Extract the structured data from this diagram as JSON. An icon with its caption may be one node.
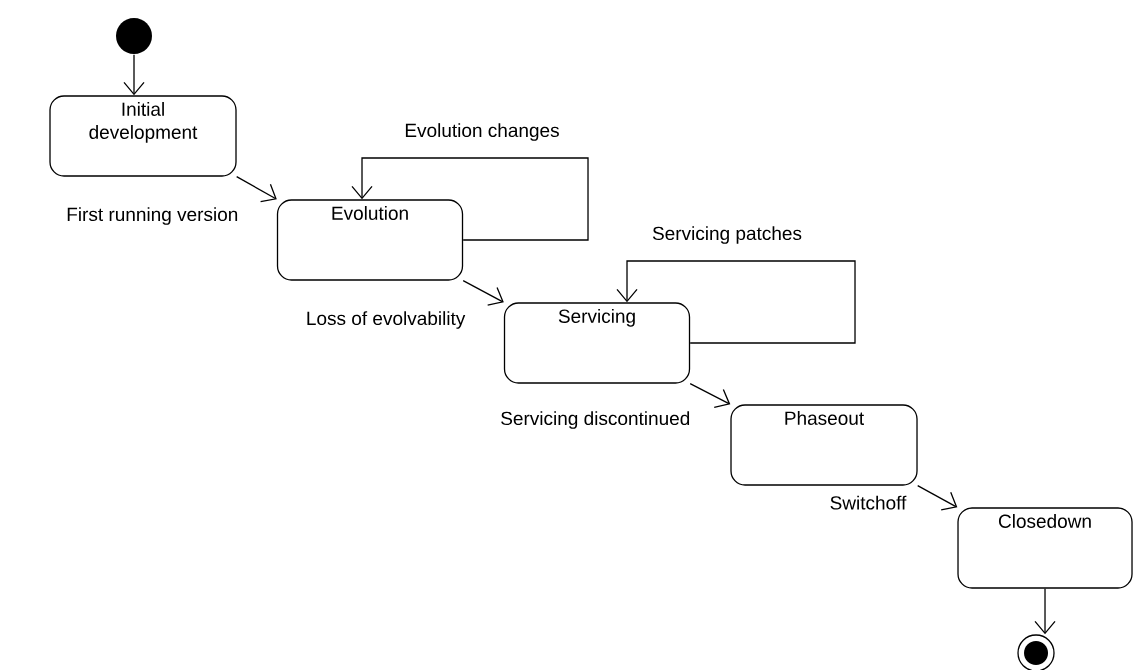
{
  "diagram": {
    "nodes": [
      {
        "text": [],
        "shape": "circle"
      },
      {
        "text": [
          "Initial development"
        ]
      },
      {
        "text": [
          "Evolution"
        ]
      },
      {
        "text": [
          "Servicing"
        ]
      },
      {
        "text": [
          "Phaseout"
        ]
      },
      {
        "text": [
          "Closedown"
        ]
      },
      {
        "text": [],
        "shape": "bullseye"
      }
    ],
    "edges": [
      {
        "from": 0,
        "to": 1,
        "arrow": "to"
      },
      {
        "from": 1,
        "to": 2,
        "arrow": "to",
        "label": "First running version"
      },
      {
        "from": 2,
        "to": 2,
        "arrow": "to",
        "label": "Evolution changes"
      },
      {
        "from": 2,
        "to": 3,
        "arrow": "to",
        "label": "Loss of evolvability"
      },
      {
        "from": 3,
        "to": 3,
        "arrow": "to",
        "label": "Servicing patches"
      },
      {
        "from": 3,
        "to": 4,
        "arrow": "to",
        "label": "Servicing discontinued"
      },
      {
        "from": 4,
        "to": 5,
        "arrow": "to",
        "label": "Switchoff"
      },
      {
        "from": 5,
        "to": 6,
        "arrow": "to"
      }
    ]
  }
}
